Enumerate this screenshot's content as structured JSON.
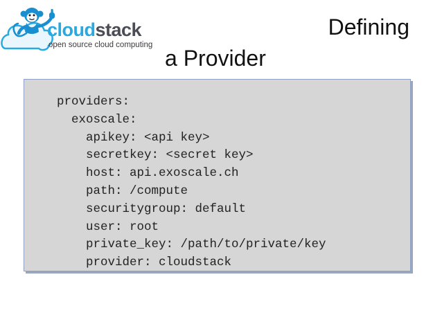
{
  "logo": {
    "word_part1": "cloud",
    "word_part2": "stack",
    "tagline": "open source cloud computing",
    "colors": {
      "cloud": "#29a9e0",
      "stack": "#4a4d55",
      "monkey": "#1a8fd0"
    },
    "icon": "monkey-on-cloud-icon"
  },
  "title": {
    "line1": "Defining",
    "line2": "a Provider"
  },
  "code": {
    "lines": [
      "providers:",
      "exoscale:",
      "apikey: <api key>",
      "secretkey: <secret key>",
      "host: api.exoscale.ch",
      "path: /compute",
      "securitygroup: default",
      "user: root",
      "private_key: /path/to/private/key",
      "provider: cloudstack"
    ],
    "colors": {
      "background": "#d6d6d6",
      "border": "#8ea0c3"
    }
  }
}
